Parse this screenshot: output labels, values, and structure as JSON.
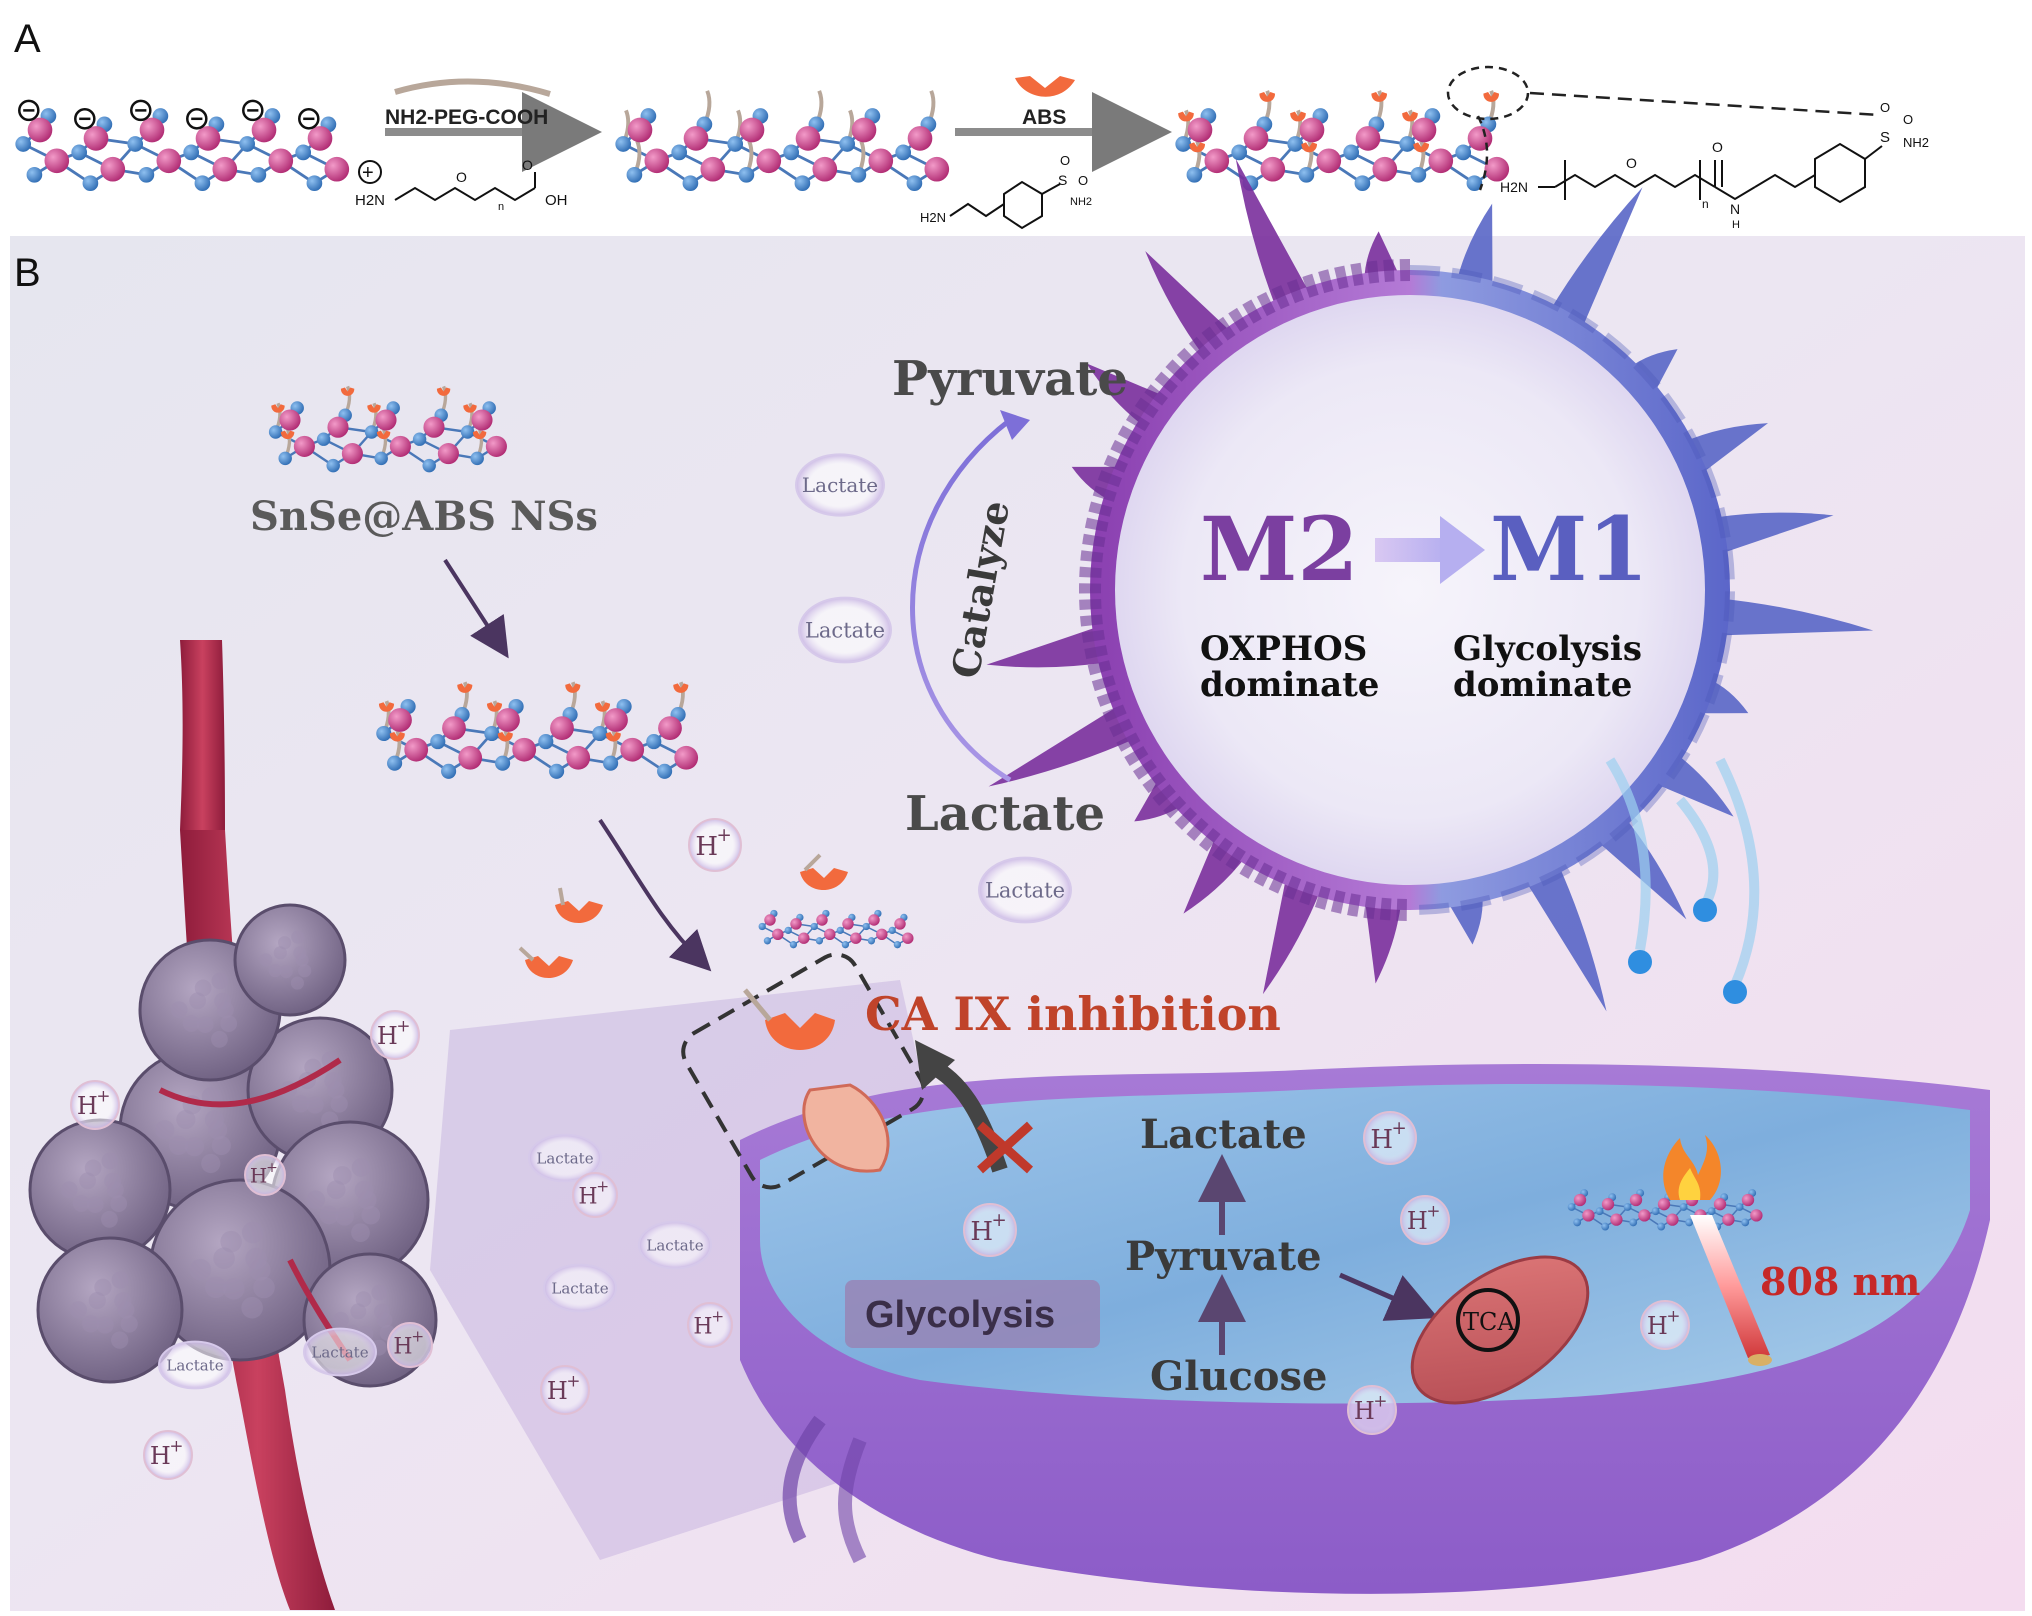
{
  "panels": {
    "a_label": "A",
    "b_label": "B"
  },
  "panel_a": {
    "step1_label": "NH2-PEG-COOH",
    "step1_charge": "+",
    "step2_label": "ABS",
    "chem_h2n": "H2N",
    "chem_oh": "OH",
    "chem_n": "n",
    "chem_o": "O",
    "chem_h": "H",
    "chem_nh2": "NH2",
    "chem_s": "S",
    "chem_n_amide": "N"
  },
  "panel_b": {
    "nanosheet_label": "SnSe@ABS NSs",
    "pyruvate_top": "Pyruvate",
    "lactate_bottom": "Lactate",
    "catalyze": "Catalyze",
    "m2": "M2",
    "m1": "M1",
    "m2_desc_line1": "OXPHOS",
    "m2_desc_line2": "dominate",
    "m1_desc_line1": "Glycolysis",
    "m1_desc_line2": "dominate",
    "ca9": "CA IX inhibition",
    "cell_lactate": "Lactate",
    "cell_pyruvate": "Pyruvate",
    "cell_glucose": "Glucose",
    "glycolysis_box": "Glycolysis",
    "tca": "TCA",
    "laser": "808 nm",
    "bubble_lactate": "Lactate",
    "bubble_h": "H",
    "bubble_plus": "+"
  },
  "colors": {
    "sn_pink": "#cc3d8a",
    "se_blue": "#3f7fc4",
    "abs_orange": "#f26a3d",
    "ca9_red": "#c0432a",
    "laser_red": "#c62828",
    "m2_purple": "#7b3fa0",
    "m1_blue": "#5a5fc0"
  }
}
